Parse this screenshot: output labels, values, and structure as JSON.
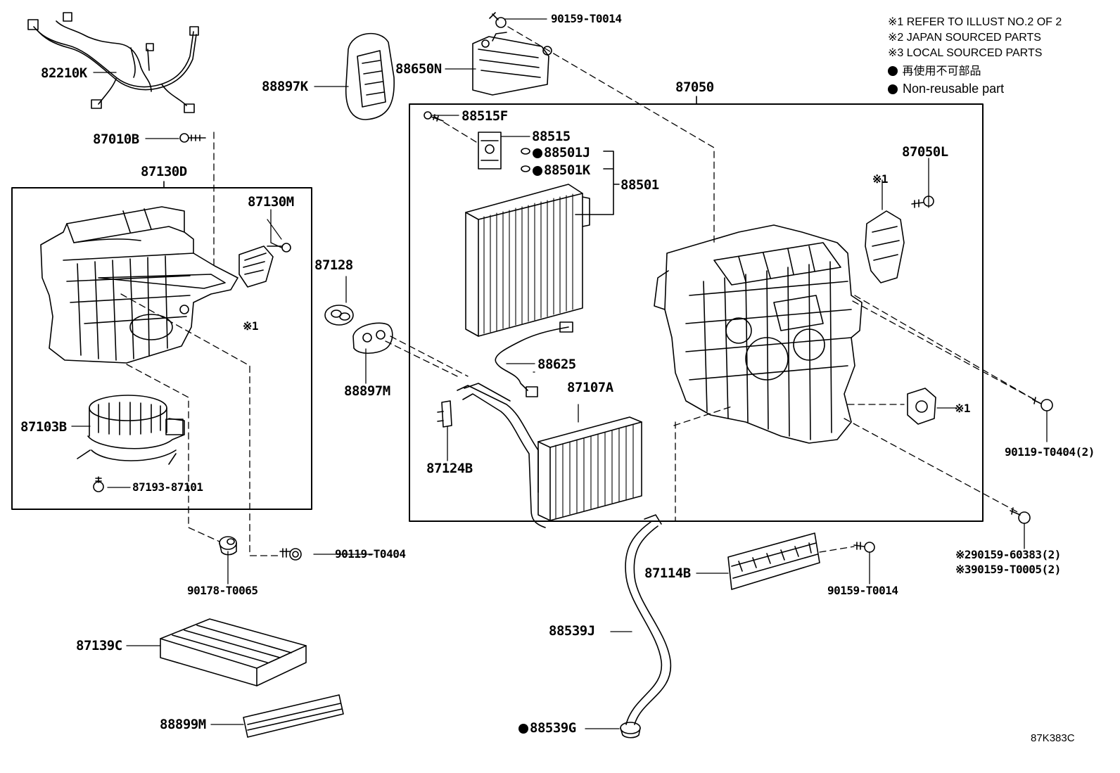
{
  "notes": [
    "※1 REFER TO ILLUST NO.2 OF 2",
    "※2 JAPAN SOURCED PARTS",
    "※3 LOCAL SOURCED PARTS",
    "再使用不可部品",
    "Non-reusable part"
  ],
  "illustration_code": "87K383C",
  "ref_mark": "※1",
  "labels": {
    "p82210K": "82210K",
    "p87010B": "87010B",
    "p87130D": "87130D",
    "p87130M": "87130M",
    "p87103B": "87103B",
    "p87193_87101": "87193-87101",
    "p90119_T0404": "90119-T0404",
    "p90178_T0065": "90178-T0065",
    "p87139C": "87139C",
    "p88899M": "88899M",
    "p88897K": "88897K",
    "p88650N": "88650N",
    "p90159_T0014_top": "90159-T0014",
    "p87128": "87128",
    "p88897M": "88897M",
    "p87050": "87050",
    "p88515F": "88515F",
    "p88515": "88515",
    "p88501J": "88501J",
    "p88501K": "88501K",
    "p88501": "88501",
    "p88625": "88625",
    "p87107A": "87107A",
    "p87124B": "87124B",
    "p87050L": "87050L",
    "p90119_T0404_2": "90119-T0404(2)",
    "p90159_60383_2": "90159-60383(2)",
    "p90159_T0005_2": "90159-T0005(2)",
    "p88539J": "88539J",
    "p88539G": "88539G",
    "p87114B": "87114B",
    "p90159_T0014_bot": "90159-T0014"
  }
}
